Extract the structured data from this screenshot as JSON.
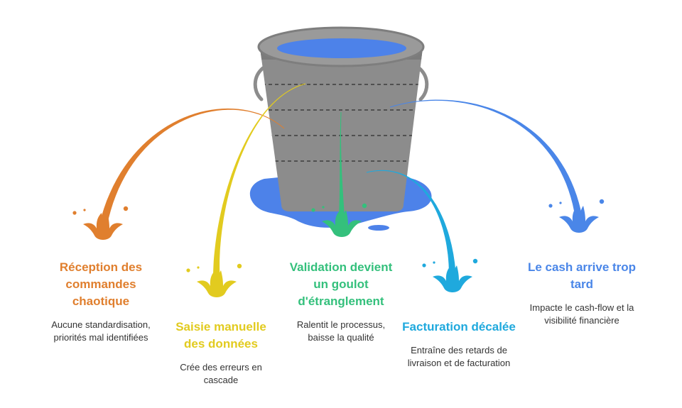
{
  "colors": {
    "orange": "#e07f2e",
    "yellow": "#e2cb1f",
    "green": "#34c07c",
    "cyan": "#1fa9dd",
    "blue": "#4a86e8",
    "water": "#4d82e9",
    "bucket": "#8c8c8c"
  },
  "icons": {
    "bucket": "leaking-bucket-icon",
    "splash": "water-splash-icon"
  },
  "items": [
    {
      "title": "Réception des commandes chaotique",
      "desc": "Aucune standardisation, priorités mal identifiées",
      "color": "orange"
    },
    {
      "title": "Saisie manuelle des données",
      "desc": "Crée des erreurs en cascade",
      "color": "yellow"
    },
    {
      "title": "Validation devient un goulot d'étranglement",
      "desc": "Ralentit le processus, baisse la qualité",
      "color": "green"
    },
    {
      "title": "Facturation décalée",
      "desc": "Entraîne des retards de livraison et de facturation",
      "color": "cyan"
    },
    {
      "title": "Le cash arrive trop tard",
      "desc": "Impacte le cash-flow et la visibilité financière",
      "color": "blue"
    }
  ]
}
